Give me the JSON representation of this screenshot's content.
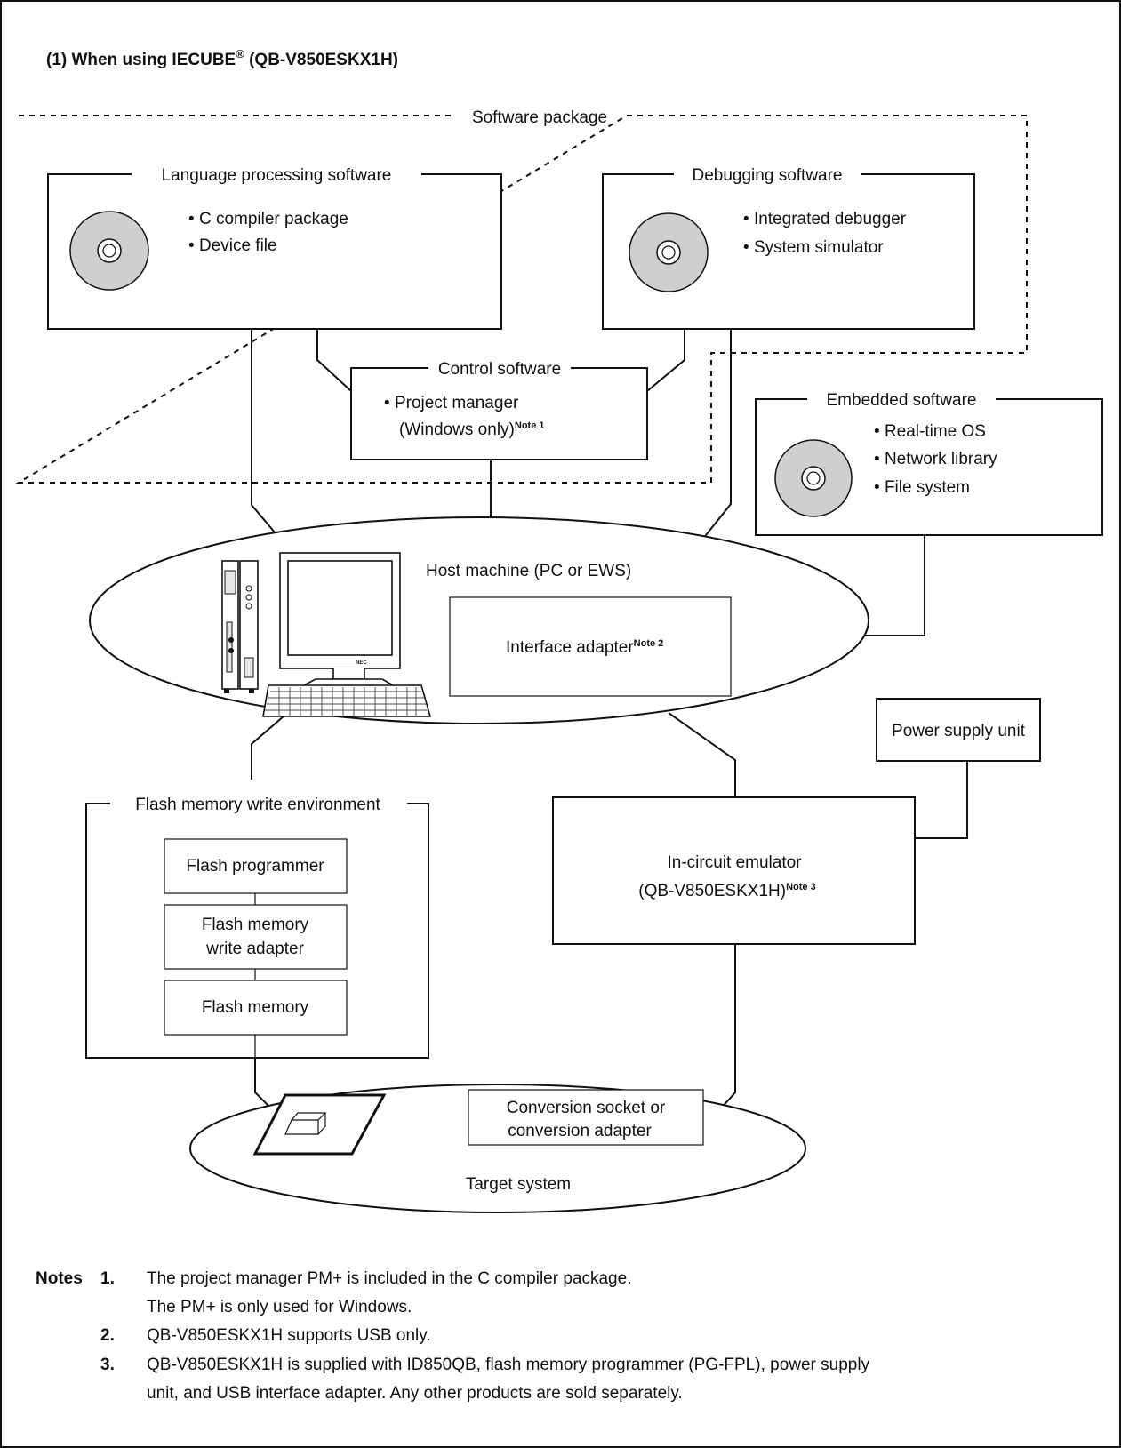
{
  "section_title": {
    "prefix": "(1)  When using IECUBE",
    "registered": "®",
    "suffix": " (QB-V850ESKX1H)"
  },
  "software_package": {
    "label": "Software package",
    "language": {
      "title": "Language processing software",
      "items": [
        "C compiler package",
        "Device file"
      ]
    },
    "debugging": {
      "title": "Debugging software",
      "items": [
        "Integrated debugger",
        "System simulator"
      ]
    },
    "control": {
      "title": "Control software",
      "item_line1": "Project manager",
      "item_line2": "(Windows only)",
      "item_note": "Note 1"
    }
  },
  "embedded": {
    "title": "Embedded software",
    "items": [
      "Real-time OS",
      "Network library",
      "File system"
    ]
  },
  "host": {
    "label": "Host machine (PC or EWS)",
    "adapter": "Interface adapter",
    "adapter_note": "Note 2",
    "monitor_brand": "NEC"
  },
  "power_supply": "Power supply unit",
  "flash_env": {
    "title": "Flash memory write environment",
    "programmer": "Flash programmer",
    "adapter_line1": "Flash memory",
    "adapter_line2": "write adapter",
    "memory": "Flash memory"
  },
  "emulator": {
    "line1": "In-circuit emulator",
    "line2": "(QB-V850ESKX1H)",
    "note": "Note 3"
  },
  "target": {
    "label": "Target system",
    "socket_line1": "Conversion socket or",
    "socket_line2": "conversion adapter"
  },
  "notes": {
    "heading": "Notes",
    "n1_num": "1.",
    "n1_line1": "The project manager PM+ is included in the C compiler package.",
    "n1_line2": "The PM+ is only used for Windows.",
    "n2_num": "2.",
    "n2_line1": "QB-V850ESKX1H supports USB only.",
    "n3_num": "3.",
    "n3_line1": "QB-V850ESKX1H is supplied with ID850QB, flash memory programmer (PG-FPL), power supply",
    "n3_line2": "unit, and USB interface adapter.  Any other products are sold separately."
  }
}
